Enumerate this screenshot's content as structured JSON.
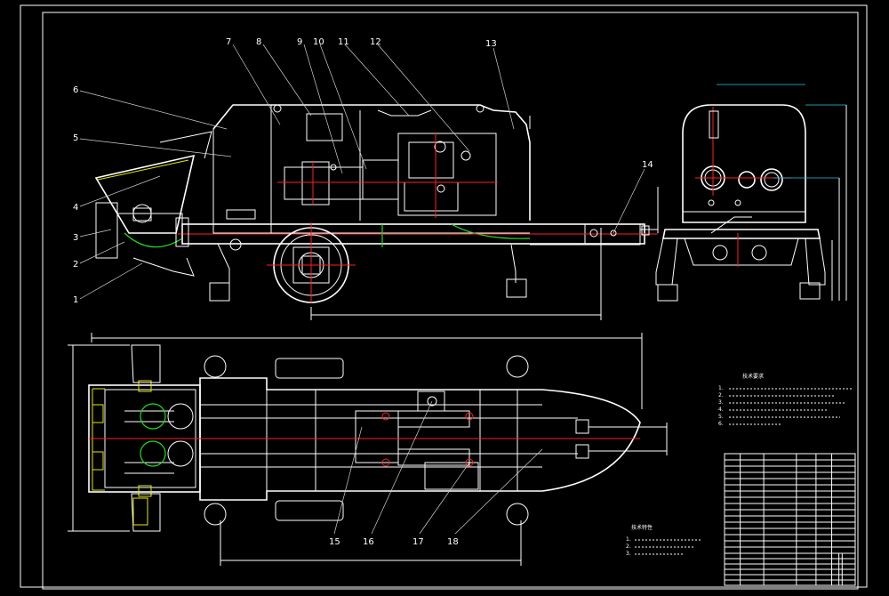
{
  "drawing": {
    "background": "#000000",
    "line_color": "#ffffff",
    "accent_colors": {
      "red": "#ff2020",
      "green": "#22dd22",
      "yellow": "#e8e800",
      "cyan": "#22c8e8"
    }
  },
  "part_labels": [
    "1",
    "2",
    "3",
    "4",
    "5",
    "6",
    "7",
    "8",
    "9",
    "10",
    "11",
    "12",
    "13",
    "14",
    "15",
    "16",
    "17",
    "18"
  ],
  "technical_requirements": {
    "title": "技术要求",
    "lines": [
      "1.",
      "2.",
      "3.",
      "4.",
      "5.",
      "6."
    ]
  },
  "technical_specs": {
    "title": "技术特性",
    "lines": [
      "1.",
      "2.",
      "3."
    ]
  },
  "parts_table": {
    "rows": 16,
    "cols": 6
  },
  "title_block": {
    "rows": 6,
    "cols": 8
  }
}
